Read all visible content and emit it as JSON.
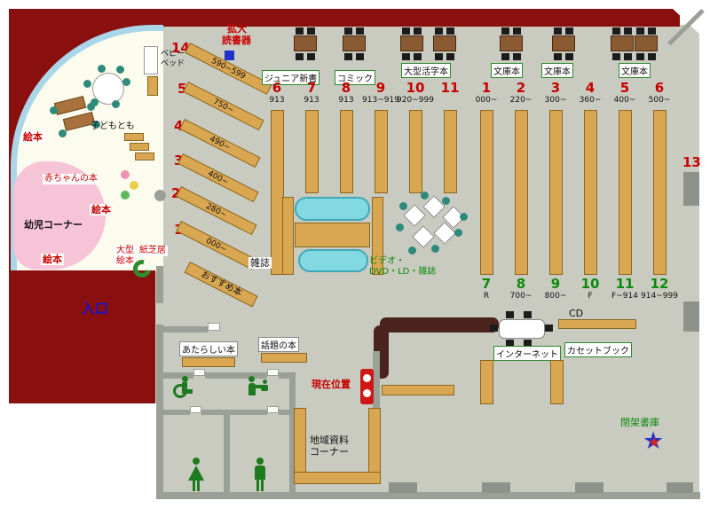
{
  "colors": {
    "floor": "#c9cbc0",
    "frame": "#8a0f0f",
    "wall": "#9aa096",
    "shelf": "#d9a751",
    "cyan": "#82d9e2",
    "label_green": "#0a8a0a",
    "number_red": "#c70000",
    "number_green": "#0a8a0a",
    "entrance_blue": "#1515cc",
    "pink_area": "#f7c3d6",
    "counter": "#4a241c",
    "marker_red": "#cf1717",
    "icon_green": "#1e7a1e"
  },
  "top": {
    "magnifier_line1": "拡大",
    "magnifier_line2": "読書器",
    "junior": "ジュニア新書",
    "comic": "コミック",
    "large_print": "大型活字本",
    "bunko_a": "文庫本",
    "bunko_b": "文庫本",
    "bunko_c": "文庫本"
  },
  "children": {
    "ehon_a": "絵本",
    "ehon_b": "絵本",
    "ehon_c": "絵本",
    "baby_books": "赤ちゃんの本",
    "toddler_corner": "幼児コーナー",
    "kodomo_tables": "子どもとも",
    "baby_bed_line1": "ベビー",
    "baby_bed_line2": "ベッド",
    "kamishibai": "紙芝居",
    "oogata_line1": "大型",
    "oogata_line2": "絵本"
  },
  "entrance_label": "入口",
  "diagonal": [
    {
      "num": "14",
      "range": "590~599"
    },
    {
      "num": "5",
      "range": "750~"
    },
    {
      "num": "4",
      "range": "490~"
    },
    {
      "num": "3",
      "range": "400~"
    },
    {
      "num": "2",
      "range": "280~"
    },
    {
      "num": "1",
      "range": "000~"
    }
  ],
  "osusume": "おすすめ本",
  "zasshi": "雑誌",
  "video_line1": "ビデオ・",
  "video_line2": "DVD・LD・雑誌",
  "stacks": {
    "ltn": [
      "6",
      "7",
      "8",
      "9",
      "10",
      "11"
    ],
    "ltr": [
      "913",
      "913",
      "913",
      "913~919",
      "920~999",
      ""
    ],
    "rtn": [
      "1",
      "2",
      "3",
      "4",
      "5",
      "6"
    ],
    "rtr": [
      "000~",
      "220~",
      "300~",
      "360~",
      "400~",
      "500~"
    ],
    "rbn": [
      "7",
      "8",
      "9",
      "10",
      "11",
      "12"
    ],
    "rbr": [
      "R",
      "700~",
      "800~",
      "F",
      "F~914",
      "914~999"
    ],
    "wall": "13"
  },
  "mid": {
    "new_books": "あたらしい本",
    "topic_books": "話題の本",
    "current_position": "現在位置",
    "cd": "CD",
    "internet": "インターネット",
    "cassette": "カセットブック"
  },
  "bottom": {
    "regional_line1": "地域資料",
    "regional_line2": "コーナー",
    "closed_stacks": "閉架書庫"
  }
}
